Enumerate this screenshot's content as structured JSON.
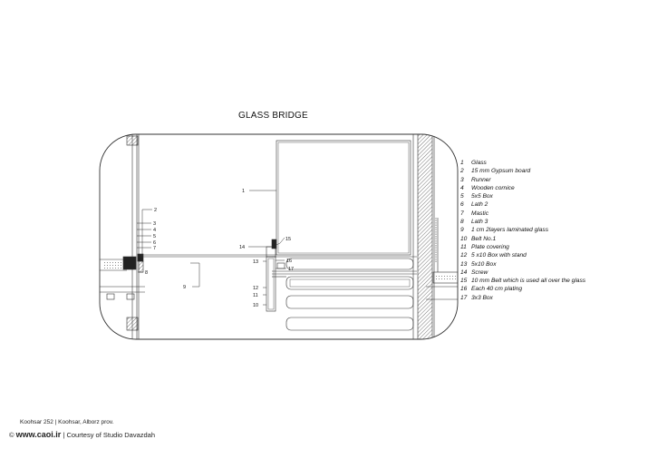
{
  "title": "GLASS BRIDGE",
  "legend": [
    {
      "num": "1",
      "text": "Glass"
    },
    {
      "num": "2",
      "text": "15 mm Gypsum board"
    },
    {
      "num": "3",
      "text": "Runner"
    },
    {
      "num": "4",
      "text": "Wooden cornice"
    },
    {
      "num": "5",
      "text": "5x5 Box"
    },
    {
      "num": "6",
      "text": "Lath 2"
    },
    {
      "num": "7",
      "text": "Mastic"
    },
    {
      "num": "8",
      "text": "Lath 3"
    },
    {
      "num": "9",
      "text": "1 cm  2layers laminated glass"
    },
    {
      "num": "10",
      "text": "Belt No.1"
    },
    {
      "num": "11",
      "text": "Plate covering"
    },
    {
      "num": "12",
      "text": "5 x10 Box with stand"
    },
    {
      "num": "13",
      "text": "5x10 Box"
    },
    {
      "num": "14",
      "text": "Screw"
    },
    {
      "num": "15",
      "text": "10 mm Belt which is used all over the glass"
    },
    {
      "num": "16",
      "text": "Each 40 cm plating"
    },
    {
      "num": "17",
      "text": "3x3 Box"
    }
  ],
  "callouts": {
    "c1": "1",
    "c2": "2",
    "c3": "3",
    "c4": "4",
    "c5": "5",
    "c6": "6",
    "c7": "7",
    "c8": "8",
    "c9": "9",
    "c10": "10",
    "c11": "11",
    "c12": "12",
    "c13": "13",
    "c14": "14",
    "c15": "15",
    "c16": "16",
    "c17": "17"
  },
  "caption": {
    "line1": "Koohsar 252 | Koohsar, Alborz prov.",
    "copyright": "©",
    "site": "www.caoi.ir",
    "separator": "|",
    "credit": "Courtesy of Studio Davazdah"
  }
}
